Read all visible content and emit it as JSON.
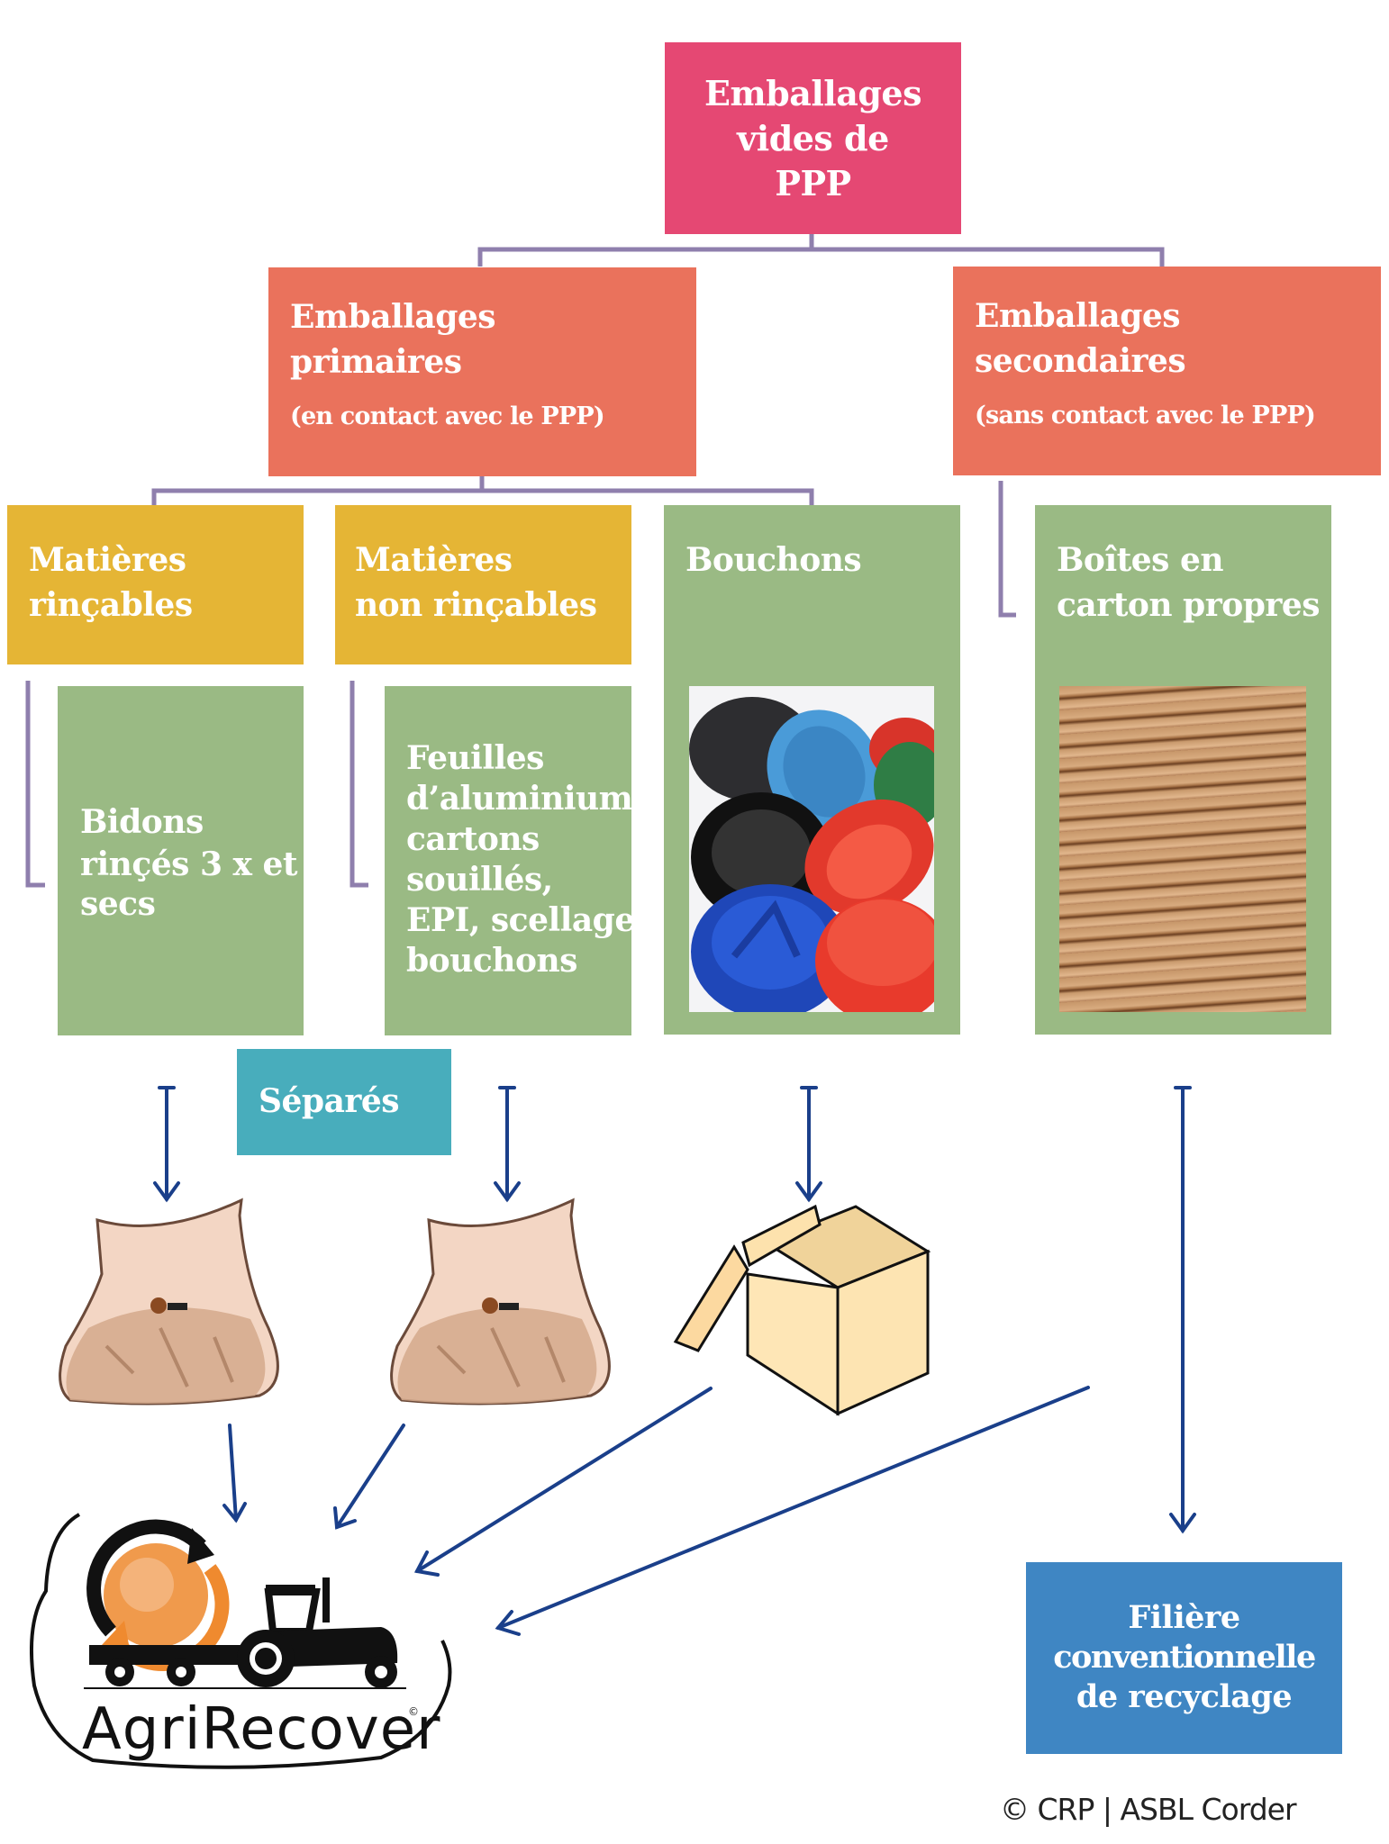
{
  "diagram": {
    "root": {
      "lines": [
        "Emballages",
        "vides de",
        "PPP"
      ],
      "color": "#e54873"
    },
    "primary": {
      "lines": [
        "Emballages",
        "primaires"
      ],
      "note": "(en contact avec le PPP)",
      "color": "#ea725c"
    },
    "secondary": {
      "lines": [
        "Emballages",
        "secondaires"
      ],
      "note": "(sans contact avec le PPP)",
      "color": "#ea725c"
    },
    "rinsable": {
      "lines": [
        "Matières",
        "rinçables"
      ],
      "color": "#e5b535"
    },
    "non_rinsable": {
      "lines": [
        "Matières",
        "non rinçables"
      ],
      "color": "#e5b535"
    },
    "caps": {
      "lines": [
        "Bouchons"
      ],
      "image": "plastic-caps-photo",
      "color": "#9aba84"
    },
    "cardboard": {
      "lines": [
        "Boîtes en",
        "carton propres"
      ],
      "image": "cardboard-stack-photo",
      "color": "#9aba84"
    },
    "rinsed_cans": {
      "lines": [
        "Bidons",
        "rinçés 3 x et",
        "secs"
      ],
      "color": "#9aba84"
    },
    "non_rinsed_items": {
      "lines": [
        "Feuilles",
        "d’aluminium,",
        "cartons",
        "souillés,",
        "EPI, scellage",
        "bouchons"
      ],
      "color": "#9aba84"
    },
    "separated": {
      "label": "Séparés",
      "color": "#48adbc"
    },
    "containers": {
      "bag1": "collection-bag-illustration",
      "bag2": "collection-bag-illustration",
      "box": "cardboard-box-illustration"
    },
    "agrirecover": {
      "label": "AgriRecover",
      "mark": "©"
    },
    "conventional": {
      "lines": [
        "Filière",
        "conventionnelle",
        "de recyclage"
      ],
      "color": "#3f86c3"
    }
  },
  "colors": {
    "connector": "#8f7fad",
    "arrow": "#1a3f8a"
  },
  "credit": "© CRP | ASBL Corder"
}
